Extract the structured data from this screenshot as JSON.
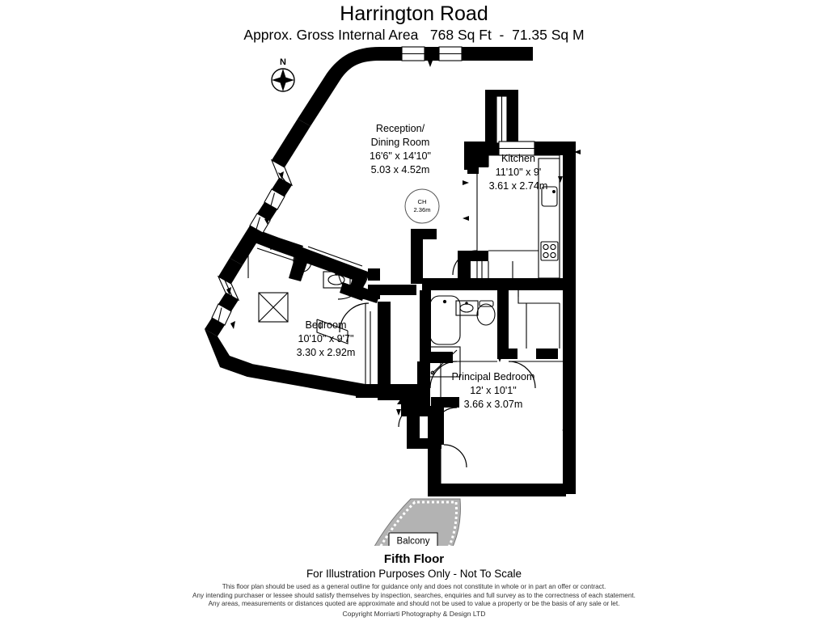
{
  "header": {
    "title": "Harrington Road",
    "subtitle": "Approx. Gross Internal Area   768 Sq Ft  -  71.35 Sq M"
  },
  "compass": {
    "label": "N",
    "icon": "compass-rose-icon"
  },
  "rooms": [
    {
      "id": "reception-dining",
      "name_line1": "Reception/",
      "name_line2": "Dining Room",
      "imperial": "16'6\" x 14'10\"",
      "metric": "5.03 x 4.52m"
    },
    {
      "id": "kitchen",
      "name_line1": "Kitchen",
      "name_line2": "",
      "imperial": "11'10\" x 9'",
      "metric": "3.61 x 2.74m"
    },
    {
      "id": "bedroom",
      "name_line1": "Bedroom",
      "name_line2": "",
      "imperial": "10'10\" x 9'7\"",
      "metric": "3.30 x 2.92m"
    },
    {
      "id": "principal-bedroom",
      "name_line1": "Principal Bedroom",
      "name_line2": "",
      "imperial": "12' x 10'1\"",
      "metric": "3.66 x 3.07m"
    }
  ],
  "ceiling_height": {
    "abbr": "CH",
    "value": "2.36m"
  },
  "balcony": {
    "label": "Balcony",
    "fill_color": "#b3b3b3"
  },
  "footer": {
    "floor": "Fifth Floor",
    "illustration": "For Illustration Purposes Only - Not To Scale",
    "disclaimer_line1": "This floor plan should be used as a general outline for guidance only and does not constitute in whole or in part an offer or contract.",
    "disclaimer_line2": "Any intending purchaser or lessee should satisfy themselves by inspection, searches, enquiries and full survey as to the correctness of each statement.",
    "disclaimer_line3": "Any areas, measurements or distances quoted are approximate and should not be used to value a property or be the basis of any sale or let.",
    "copyright": "Copyright Morriarti Photography & Design LTD"
  },
  "colors": {
    "wall": "#000000",
    "background": "#ffffff",
    "fixture_stroke": "#000000",
    "balcony": "#b3b3b3"
  }
}
